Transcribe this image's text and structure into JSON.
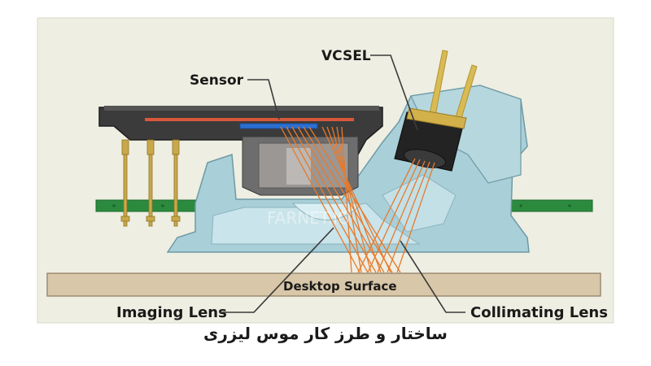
{
  "labels": {
    "sensor": "Sensor",
    "vcsel": "VCSEL",
    "desktop_surface": "Desktop Surface",
    "imaging_lens": "Imaging Lens",
    "collimating_lens": "Collimating Lens"
  },
  "watermark": "FARNET.IO",
  "caption": "ساختار و طرز کار موس لیزری",
  "colors": {
    "panel_background": "#eeeee2",
    "lens_body": "#a9cfd8",
    "sensor_housing": "#3b3b3b",
    "pcb": "#2b8a3e",
    "laser_beam": "#e77a2c",
    "desktop_surface": "#d8c7a8",
    "sensor_blue": "#2b6fd1",
    "pins": "#c9a84c"
  }
}
